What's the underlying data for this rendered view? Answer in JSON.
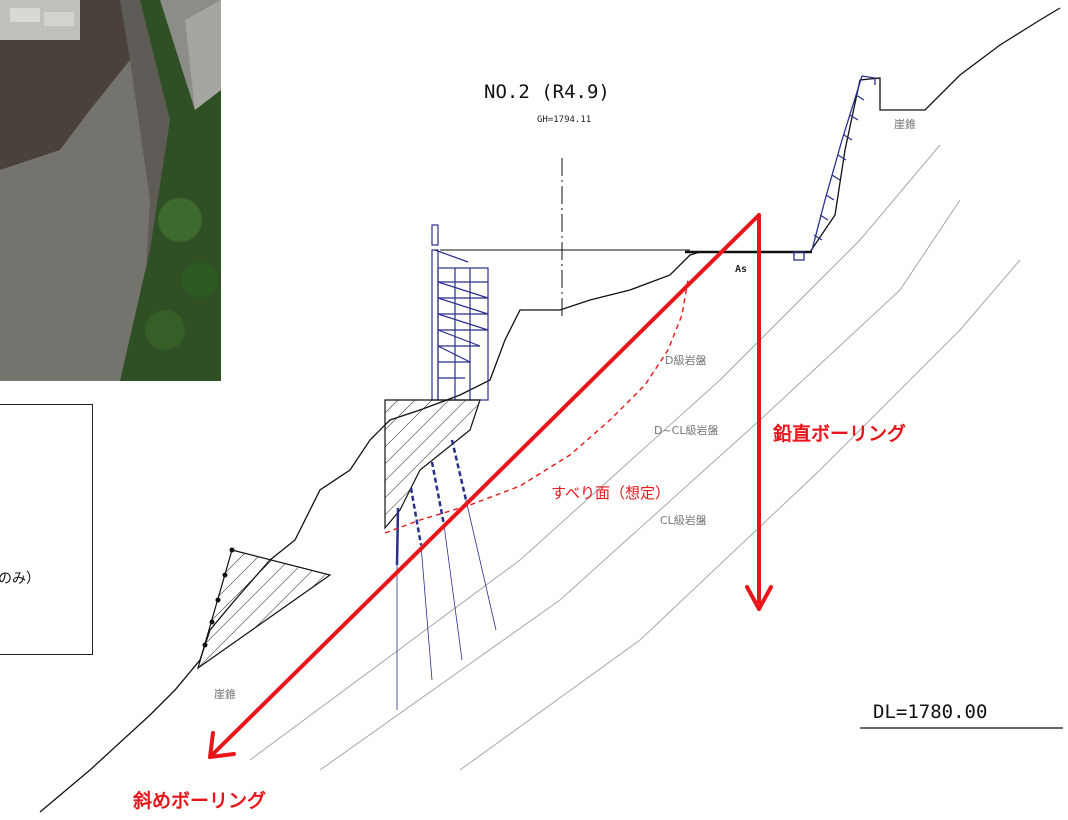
{
  "section": {
    "title": "NO.2 (R4.9)",
    "gh": "GH=1794.11",
    "dl": "DL=1780.00"
  },
  "layers": {
    "cliff_cone_upper": "崖錐",
    "cliff_cone_lower": "崖錐",
    "asphalt": "As",
    "d_rock": "D級岩盤",
    "d_cl_rock": "D~CL級岩盤",
    "cl_rock": "CL級岩盤"
  },
  "annotations": {
    "vertical_boring": "鉛直ボーリング",
    "inclined_boring": "斜めボーリング",
    "slip_surface": "すべり面（想定）"
  },
  "legend": {
    "partial_text": "のみ）"
  },
  "colors": {
    "boring_red": "#e8161b",
    "retaining_blue": "#2a2f8c",
    "ground_black": "#111111",
    "layer_gray": "#9a9a9a"
  }
}
